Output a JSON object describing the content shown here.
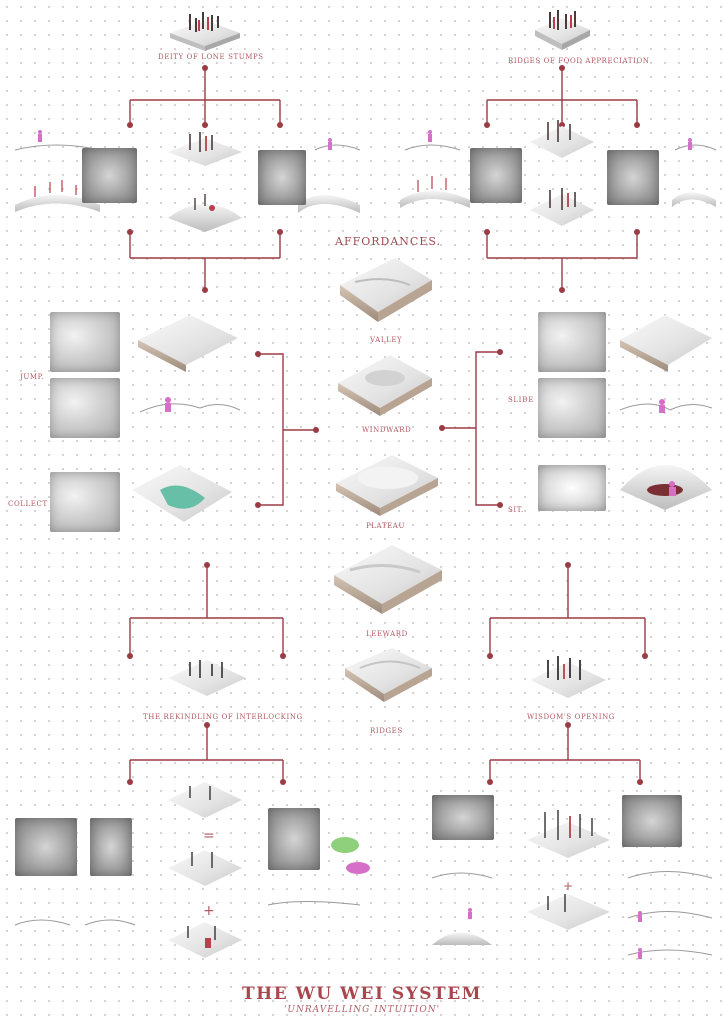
{
  "labels": {
    "deity": "DEITY OF LONE STUMPS",
    "ridges_food": "RIDGES OF FOOD APPRECIATION",
    "affordances": "AFFORDANCES.",
    "valley": "VALLEY",
    "windward": "WINDWARD",
    "plateau": "PLATEAU",
    "leeward": "LEEWARD",
    "ridges": "RIDGES",
    "jump": "JUMP.",
    "collect": "COLLECT",
    "slide": "SLIDE",
    "sit": "SIT.",
    "rekindling": "THE REKINDLING OF INTERLOCKING",
    "wisdom": "WISDOM'S OPENING"
  },
  "footer": {
    "title": "THE WU WEI SYSTEM",
    "subtitle": "'UNRAVELLING INTUITION'"
  },
  "colors": {
    "accent": "#a9474f",
    "connector": "#9b3b43",
    "terrain_light": "#e6e6e6",
    "terrain_side": "#cdb9a8",
    "figure": "#d66fc7",
    "collect_pool": "#66bfa6"
  }
}
